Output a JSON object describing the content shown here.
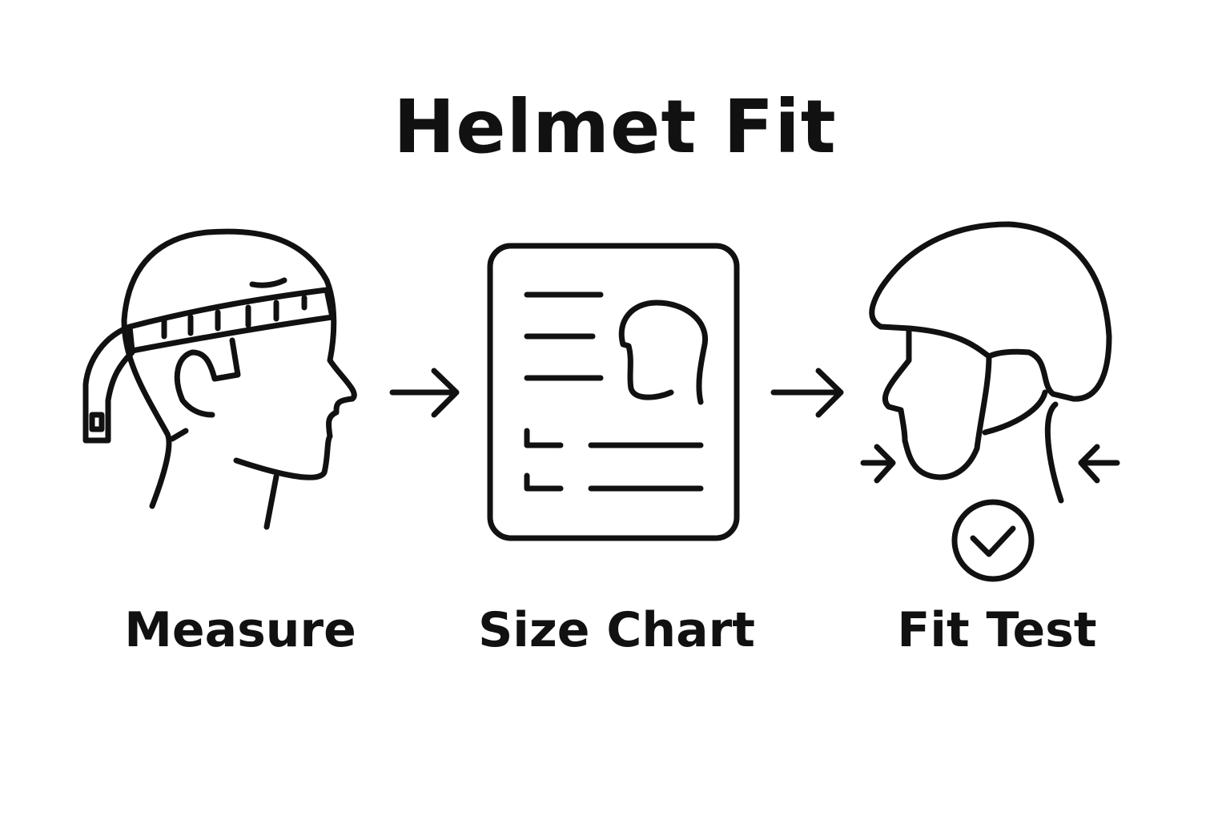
{
  "title": "Helmet Fit",
  "steps": [
    {
      "label": "Measure",
      "icon": "head-measure-icon"
    },
    {
      "label": "Size Chart",
      "icon": "size-chart-icon"
    },
    {
      "label": "Fit Test",
      "icon": "helmet-fit-icon"
    }
  ],
  "colors": {
    "ink": "#111111",
    "background": "#ffffff"
  }
}
